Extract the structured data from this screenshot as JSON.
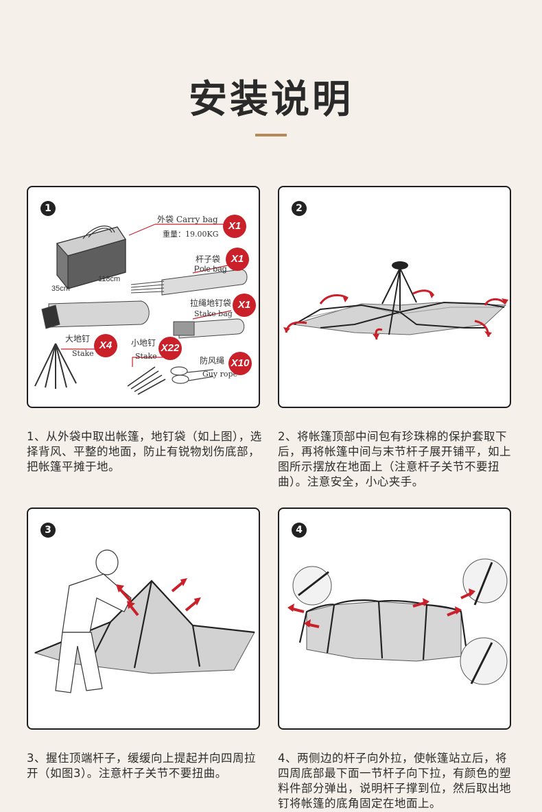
{
  "title": "安装说明",
  "steps": [
    {
      "number": "1",
      "description": "1、从外袋中取出帐篷，地钉袋（如上图），选择背风、平整的地面，防止有锐物划伤底部，把帐篷平摊于地。",
      "labels": {
        "carry_bag": "外袋 Carry bag",
        "weight": "重量：19.00KG",
        "carry_bag_qty": "X1",
        "pole_bag_cn": "杆子袋",
        "pole_bag_en": "Pole bag",
        "pole_bag_qty": "X1",
        "stake_bag_cn": "拉绳地钉袋",
        "stake_bag_en": "Stake bag",
        "stake_bag_qty": "X1",
        "big_stake_cn": "大地钉",
        "big_stake_en": "Stake",
        "big_stake_qty": "X4",
        "small_stake_cn": "小地钉",
        "small_stake_en": "Stake",
        "small_stake_qty": "X22",
        "guy_rope_cn": "防风绳",
        "guy_rope_en": "Guy rope",
        "guy_rope_qty": "X10",
        "dim_length": "118cm",
        "dim_width": "35cm"
      }
    },
    {
      "number": "2",
      "description": "2、将帐篷顶部中间包有珍珠棉的保护套取下后，再将帐篷中间与末节杆子展开铺平，如上图所示摆放在地面上（注意杆子关节不要扭曲）。注意安全，小心夹手。"
    },
    {
      "number": "3",
      "description": "3、握住顶端杆子，缓缓向上提起并向四周拉开（如图3）。注意杆子关节不要扭曲。"
    },
    {
      "number": "4",
      "description": "4、两侧边的杆子向外拉，使帐篷站立后，将四周底部最下面一节杆子向下拉，有颜色的塑料件部分弹出，说明杆子撑到位，然后取出地钉将帐篷的底角固定在地面上。"
    }
  ],
  "colors": {
    "accent": "#c9202a",
    "rule": "#b58a5a",
    "background": "#f5f1ea"
  }
}
